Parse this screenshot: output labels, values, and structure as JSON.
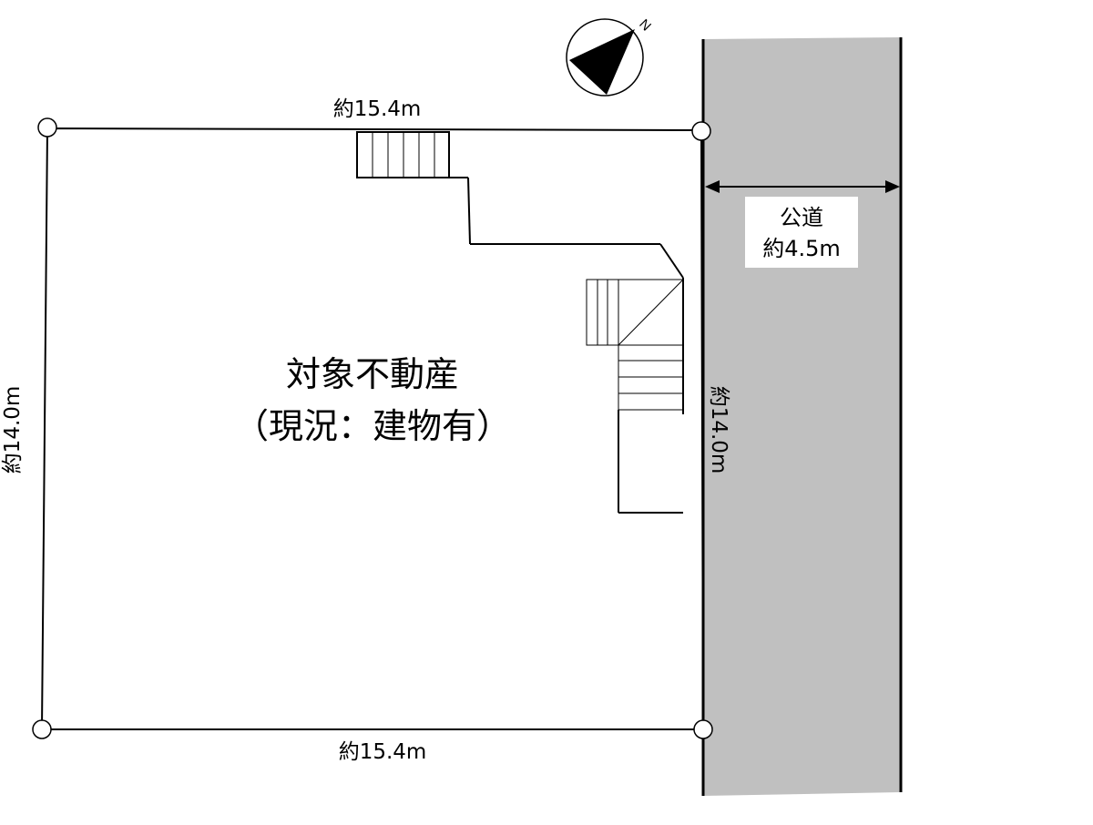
{
  "plot": {
    "label_line1": "対象不動産",
    "label_line2": "（現況：建物有）"
  },
  "dimensions": {
    "top": "約15.4m",
    "bottom": "約15.4m",
    "left": "約14.0m",
    "right": "約14.0m"
  },
  "road": {
    "name": "公道",
    "width": "約4.5m"
  },
  "compass": {
    "north_label": "N"
  },
  "colors": {
    "road_fill": "#c0c0c0",
    "line": "#000000",
    "background": "#ffffff"
  }
}
